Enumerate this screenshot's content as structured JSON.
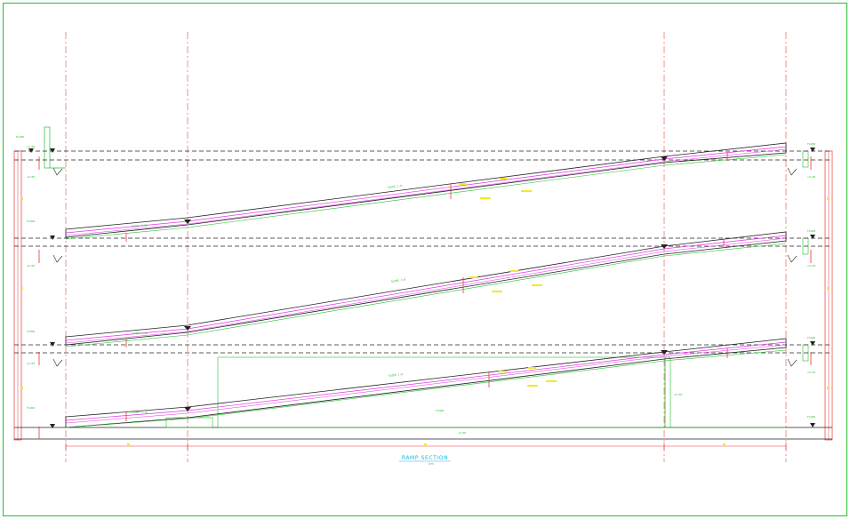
{
  "section_title": "RAMP SECTION",
  "section_scale": "NTS",
  "section_subtitle": "SCALE 1:100",
  "note_slope_1": "SLOPE 1:8",
  "note_slope_2": "SLOPE 1:10",
  "note_floor": "FLOOR",
  "note_level": "+0.00",
  "colors": {
    "frame": "#22c22e",
    "ramp_outline": "#222222",
    "ramp_top": "#e233e6",
    "ramp_bottom": "#22c22e",
    "grid": "#ee4444",
    "dimension": "#ee3333",
    "annotation": "#f2ea22",
    "title": "#10b8e8"
  },
  "icons": [
    "level-marker-icon",
    "break-symbol-icon",
    "dimension-arrow-icon"
  ]
}
